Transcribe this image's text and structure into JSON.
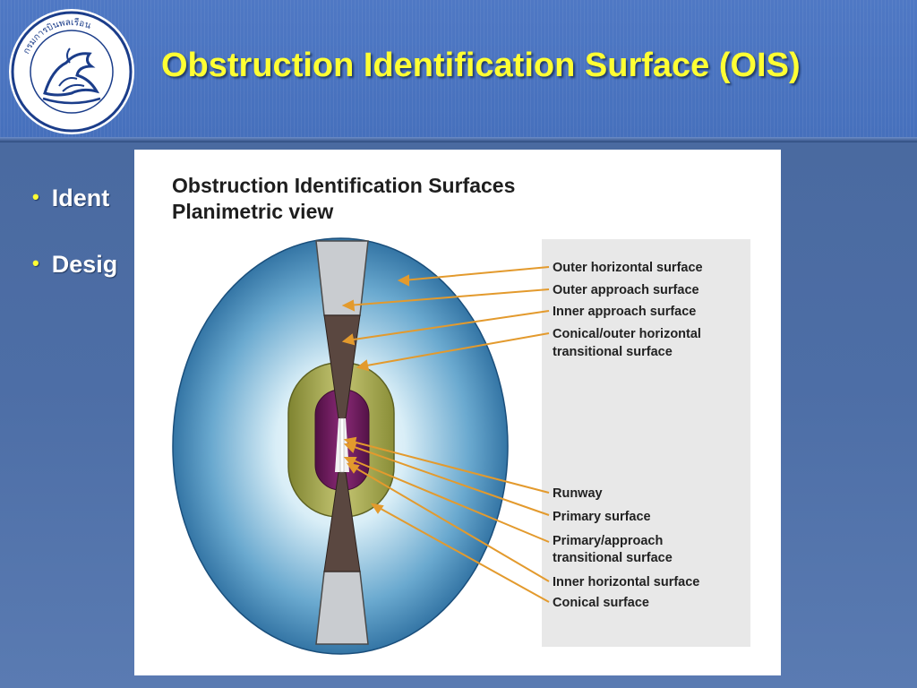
{
  "slide": {
    "title": "Obstruction Identification Surface (OIS)",
    "bullets": [
      "Ident",
      "Desig"
    ],
    "logo_text": "กรมการบินพลเรือน"
  },
  "figure": {
    "title_line1": "Obstruction Identification Surfaces",
    "title_line2": "Planimetric view",
    "labels": {
      "outer_horizontal": "Outer horizontal surface",
      "outer_approach": "Outer approach surface",
      "inner_approach": "Inner approach surface",
      "conical_outer_line1": "Conical/outer horizontal",
      "conical_outer_line2": "transitional surface",
      "runway": "Runway",
      "primary": "Primary surface",
      "primary_approach_line1": "Primary/approach",
      "primary_approach_line2": "transitional surface",
      "inner_horizontal": "Inner horizontal surface",
      "conical": "Conical surface"
    }
  },
  "colors": {
    "title_yellow": "#ffff33",
    "leader_orange": "#e39a2d",
    "outer_blue": "#1f6fa5",
    "inner_olive": "#a6a84a",
    "primary_purple": "#6e1a5c",
    "approach_brown": "#5a4740",
    "approach_gray": "#c9ccd0",
    "label_panel": "#e8e8e8"
  },
  "icons": [
    "aviation-seal-logo"
  ]
}
